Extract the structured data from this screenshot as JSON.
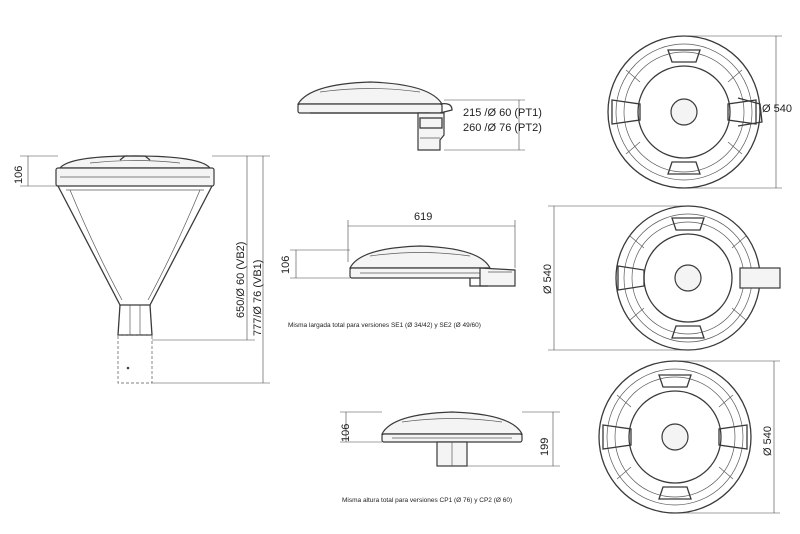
{
  "dimensions": {
    "pt_line1": "215 /Ø 60 (PT1)",
    "pt_line2": "260 /Ø 76 (PT2)",
    "dia_top": "Ø 540",
    "vb2": "650/Ø 60 (VB2)",
    "vb1": "777/Ø 76 (VB1)",
    "h_left": "106",
    "width_mid": "619",
    "h_mid": "106",
    "dia_mid": "Ø 540",
    "h_bottom": "106",
    "h_199": "199",
    "dia_bottom": "Ø 540"
  },
  "notes": {
    "se": "Misma largada total para versiones SE1 (Ø 34/42) y SE2 (Ø 49/60)",
    "cp": "Misma altura total para versiones CP1 (Ø 76) y CP2 (Ø 60)"
  }
}
